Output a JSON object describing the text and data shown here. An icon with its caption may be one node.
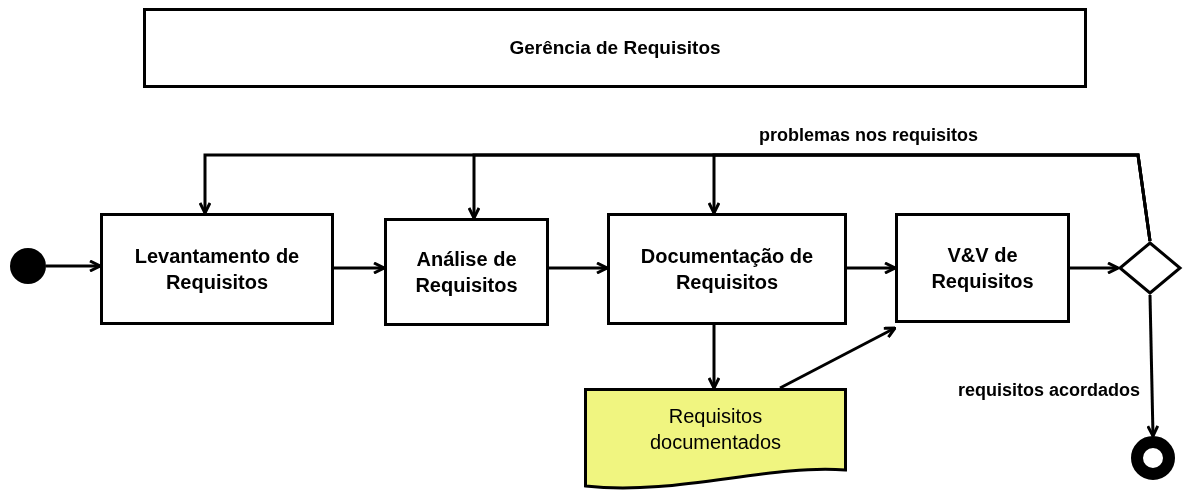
{
  "diagram": {
    "nodes": [
      {
        "text": [
          "Gerência de Requisitos"
        ]
      },
      {
        "text": [],
        "shape": "circle"
      },
      {
        "text": [
          "Levantamento de Requisitos"
        ]
      },
      {
        "text": [
          "Análise de Requisitos"
        ]
      },
      {
        "text": [
          "Documentação de Requisitos"
        ]
      },
      {
        "text": [
          "V&V de Requisitos"
        ]
      },
      {
        "text": [],
        "shape": "diamond"
      },
      {
        "text": [],
        "shape": "circle"
      },
      {
        "text": [
          "Requisitos documentados"
        ]
      }
    ],
    "edges": [
      {
        "from": 1,
        "to": 2,
        "arrow": "to"
      },
      {
        "from": 2,
        "to": 3,
        "arrow": "to"
      },
      {
        "from": 3,
        "to": 4,
        "arrow": "to"
      },
      {
        "from": 4,
        "to": 5,
        "arrow": "to"
      },
      {
        "from": 5,
        "to": 6,
        "arrow": "to"
      },
      {
        "from": 4,
        "to": 8,
        "arrow": "to"
      },
      {
        "from": 8,
        "to": 5,
        "arrow": "to"
      },
      {
        "from": 6,
        "to": 2,
        "arrow": "to",
        "label": "problemas nos requisitos"
      },
      {
        "from": 6,
        "to": 3,
        "arrow": "to"
      },
      {
        "from": 6,
        "to": 4,
        "arrow": "to"
      },
      {
        "from": 6,
        "to": 7,
        "arrow": "to",
        "label": "requisitos acordados"
      }
    ]
  }
}
